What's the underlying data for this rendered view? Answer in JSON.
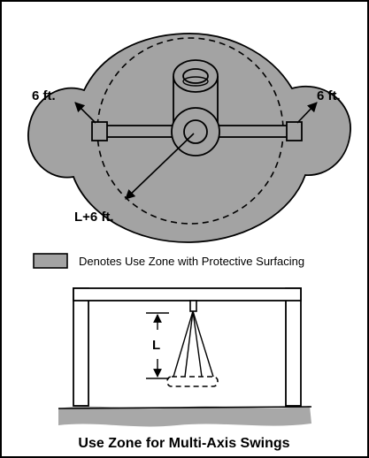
{
  "top_view": {
    "left_clearance": "6 ft.",
    "right_clearance": "6 ft.",
    "radius_label": "L+6 ft."
  },
  "legend": {
    "text": "Denotes Use Zone with Protective Surfacing",
    "swatch_color": "#a3a3a3"
  },
  "side_view": {
    "length_label": "L"
  },
  "caption": "Use Zone for Multi-Axis Swings",
  "colors": {
    "use_zone": "#a3a3a3",
    "ground": "#a8a8a8",
    "line": "#000000"
  }
}
